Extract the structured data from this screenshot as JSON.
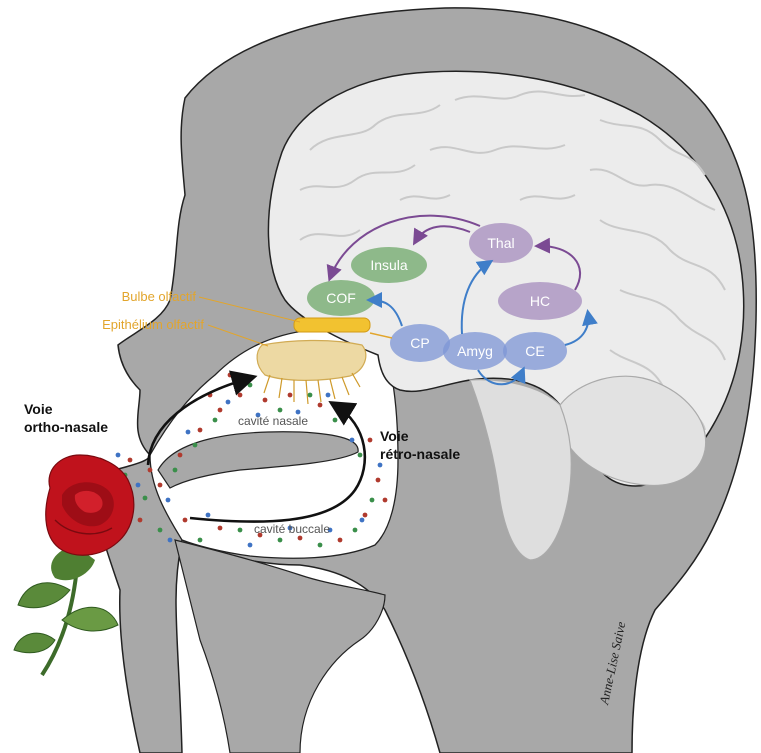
{
  "labels": {
    "bulbe": "Bulbe olfactif",
    "epithelium": "Epithélium olfactif",
    "voie_ortho_1": "Voie",
    "voie_ortho_2": "ortho-nasale",
    "voie_retro_1": "Voie",
    "voie_retro_2": "rétro-nasale",
    "cavite_nasale": "cavité nasale",
    "cavite_buccale": "cavité buccale",
    "signature": "Anne-Lise Saive"
  },
  "regions": {
    "insula": "Insula",
    "cof": "COF",
    "thal": "Thal",
    "hc": "HC",
    "cp": "CP",
    "amyg": "Amyg",
    "ce": "CE"
  },
  "colors": {
    "head": "#a8a8a8",
    "brain": "#ececec",
    "green": "#6fa86a",
    "purple": "#a58cbd",
    "blue": "#7d96d6",
    "orange": "#e2a52c",
    "bulb": "#f2c230",
    "arrow_purple": "#7b4a93",
    "arrow_blue": "#3f7ec9",
    "rose": "#c0121c"
  },
  "icons": {
    "rose": "rose-flower-icon"
  }
}
